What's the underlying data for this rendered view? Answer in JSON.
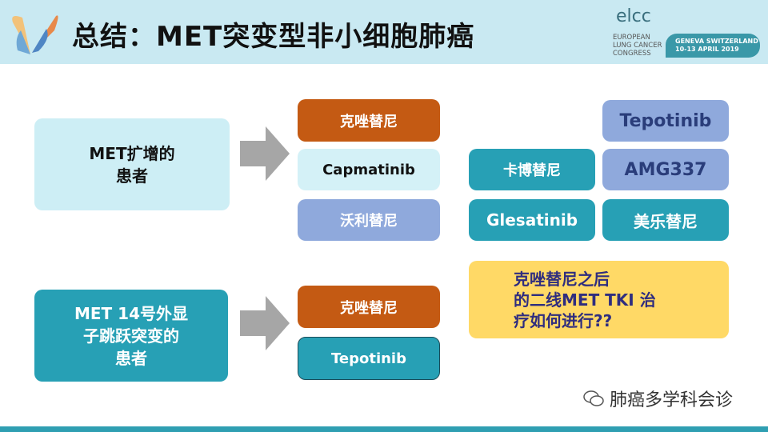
{
  "header": {
    "title": "总结：MET突变型非小细胞肺癌",
    "logo_text": "elcc",
    "logo_sub": [
      "EUROPEAN",
      "LUNG CANCER",
      "CONGRESS"
    ],
    "event_line1": "GENEVA SWITZERLAND",
    "event_line2": "10-13 APRIL 2019"
  },
  "groups": [
    {
      "label": "MET扩增的\n患者",
      "drugs": [
        "克唑替尼",
        "Capmatinib",
        "沃利替尼"
      ]
    },
    {
      "label": "MET 14号外显\n子跳跃突变的\n患者",
      "drugs": [
        "克唑替尼",
        "Tepotinib"
      ]
    }
  ],
  "right": {
    "r1": [
      "Tepotinib"
    ],
    "r2": [
      "卡博替尼",
      "AMG337"
    ],
    "r3": [
      "Glesatinib",
      "美乐替尼"
    ]
  },
  "question": "克唑替尼之后\n的二线MET TKI 治\n疗如何进行??",
  "watermark": "肺癌多学科会诊",
  "colors": {
    "orange": "#c45a13",
    "teal": "#27a0b5",
    "lavender": "#8fa9dc",
    "yellow": "#ffd966",
    "light": "#cdeef5"
  }
}
